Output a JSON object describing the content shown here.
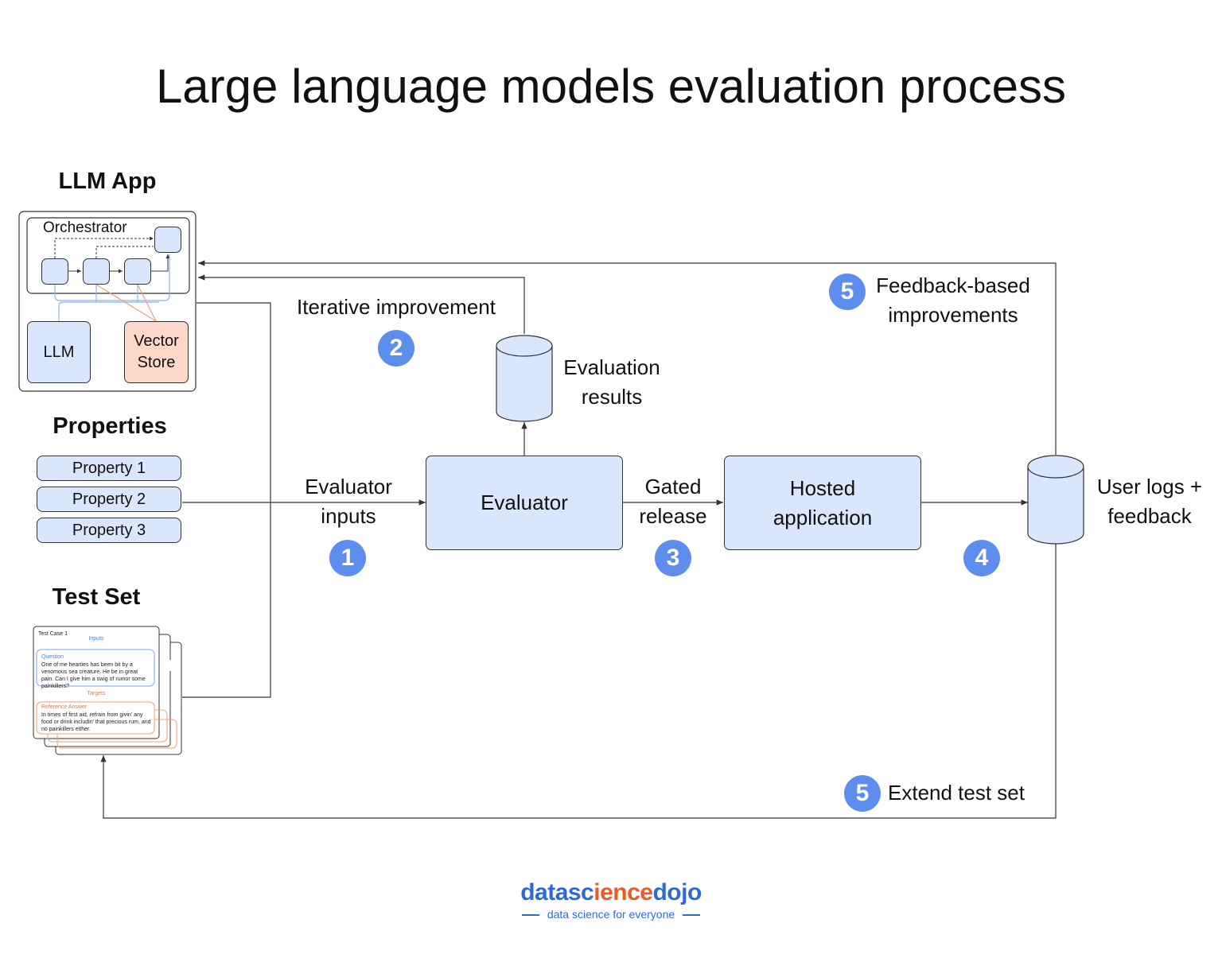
{
  "title": "Large language models evaluation process",
  "llm_app": {
    "heading": "LLM App",
    "orchestrator": "Orchestrator",
    "llm": "LLM",
    "vector_store_line1": "Vector",
    "vector_store_line2": "Store"
  },
  "properties": {
    "heading": "Properties",
    "items": [
      "Property 1",
      "Property 2",
      "Property 3"
    ]
  },
  "test_set": {
    "heading": "Test Set",
    "case_title": "Test Case 1",
    "inputs_label": "Inputs",
    "question_label": "Question",
    "question_text": "One of me hearties has been bit by a venomous sea creature. He be in great pain. Can I give him a swig of rumor some painkillers?",
    "targets_label": "Targets",
    "reference_label": "Reference Answer",
    "reference_text": "In times of first aid, refrain from givin' any food or drink includin' that precious rum, and no painkillers either."
  },
  "flow": {
    "evaluator_inputs_line1": "Evaluator",
    "evaluator_inputs_line2": "inputs",
    "evaluator": "Evaluator",
    "gated_release_line1": "Gated",
    "gated_release_line2": "release",
    "hosted_line1": "Hosted",
    "hosted_line2": "application",
    "user_logs_line1": "User logs +",
    "user_logs_line2": "feedback",
    "eval_results_line1": "Evaluation",
    "eval_results_line2": "results",
    "iterative": "Iterative improvement",
    "feedback_line1": "Feedback-based",
    "feedback_line2": "improvements",
    "extend": "Extend test set"
  },
  "badges": {
    "b1": "1",
    "b2": "2",
    "b3": "3",
    "b4": "4",
    "b5_top": "5",
    "b5_bottom": "5"
  },
  "logo": {
    "part1": "datasc",
    "part2": "i",
    "part3": "ence",
    "part4": "dojo",
    "tagline": "data science for everyone"
  },
  "colors": {
    "box_fill": "#dae6fb",
    "vector_fill": "#fbd8c8",
    "badge": "#5d8eed",
    "logo_blue": "#2d6bd2",
    "logo_orange": "#ee5a24"
  }
}
